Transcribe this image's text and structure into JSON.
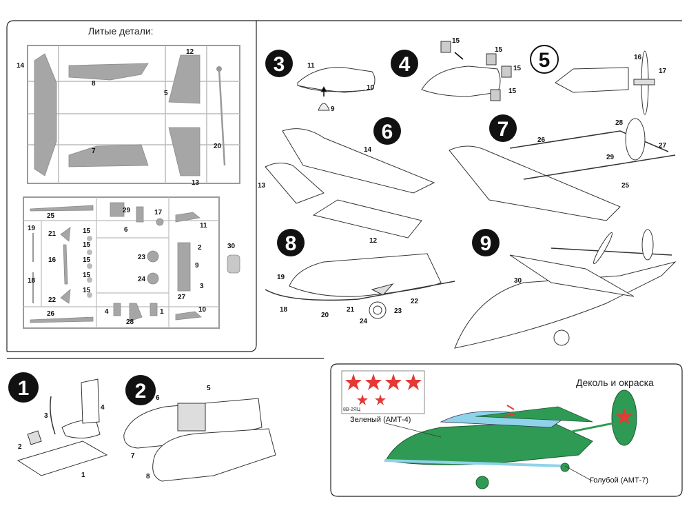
{
  "sprue_section": {
    "title": "Литые детали:",
    "part_numbers": {
      "p14": "14",
      "p12": "12",
      "p8": "8",
      "p5": "5",
      "p7": "7",
      "p20": "20",
      "p13": "13",
      "p25": "25",
      "p29": "29",
      "p17": "17",
      "p6": "6",
      "p11": "11",
      "p19": "19",
      "p21": "21",
      "p15a": "15",
      "p15b": "15",
      "p15c": "15",
      "p15d": "15",
      "p15e": "15",
      "p16": "16",
      "p18": "18",
      "p22": "22",
      "p23": "23",
      "p24": "24",
      "p2": "2",
      "p9": "9",
      "p3": "3",
      "p27": "27",
      "p30": "30",
      "p26": "26",
      "p4": "4",
      "p28": "28",
      "p1": "1",
      "p10": "10"
    }
  },
  "steps": {
    "s1": "1",
    "s2": "2",
    "s3": "3",
    "s4": "4",
    "s5": "5",
    "s6": "6",
    "s7": "7",
    "s8": "8",
    "s9": "9"
  },
  "step_labels": {
    "step3": [
      "11",
      "10",
      "9"
    ],
    "step4": [
      "15",
      "15",
      "15",
      "15"
    ],
    "step5": [
      "16",
      "17"
    ],
    "step6": [
      "14",
      "13",
      "12"
    ],
    "step7": [
      "26",
      "28",
      "29",
      "27",
      "25"
    ],
    "step8": [
      "19",
      "18",
      "20",
      "21",
      "24",
      "23",
      "22"
    ],
    "step9": [
      "30"
    ],
    "step1": [
      "3",
      "4",
      "2",
      "1"
    ],
    "step2": [
      "6",
      "5",
      "7",
      "8"
    ]
  },
  "decal_section": {
    "title": "Деколь и окраска",
    "green_label": "Зеленый (АМТ-4)",
    "blue_label": "Голубой (АМТ-7)",
    "decal_text": "8В-2ЯЦ",
    "colors": {
      "green": "#2e9a54",
      "blue": "#8fd3ea",
      "star": "#e53935",
      "part": "#a8a8a8"
    }
  }
}
